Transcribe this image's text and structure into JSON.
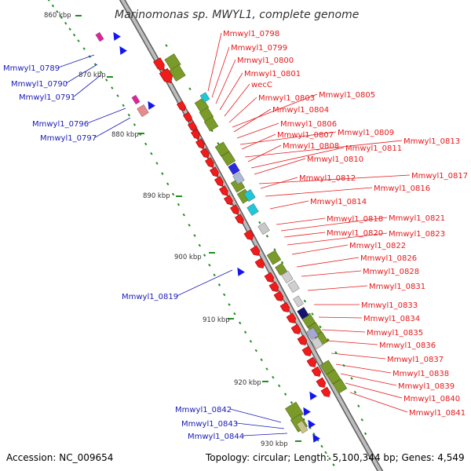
{
  "title": "Marinomonas sp. MWYL1, complete genome",
  "accession": "Accession: NC_009654",
  "summary": "Topology: circular; Length: 5,100,344 bp; Genes: 4,549",
  "colors": {
    "forward_label": "#e41a1c",
    "reverse_label": "#1a1ab8",
    "cds": "#ef1c1c",
    "cog_green": "#7a9a2a",
    "backbone": "#8a8a8a",
    "ticks": "#1f8f1f",
    "cyan": "#1ec8d8",
    "navy": "#141470",
    "pink": "#e0229f",
    "salmon": "#e88a8a",
    "blue": "#1515f0"
  },
  "kbp_ticks": [
    "860 kbp",
    "870 kbp",
    "880 kbp",
    "890 kbp",
    "900 kbp",
    "910 kbp",
    "920 kbp",
    "930 kbp"
  ],
  "right_labels": [
    "Mmwyl1_0798",
    "Mmwyl1_0799",
    "Mmwyl1_0800",
    "Mmwyl1_0801",
    "wecC",
    "Mmwyl1_0803",
    "Mmwyl1_0805",
    "Mmwyl1_0804",
    "Mmwyl1_0806",
    "Mmwyl1_0809",
    "Mmwyl1_0807",
    "Mmwyl1_0813",
    "Mmwyl1_0808",
    "Mmwyl1_0811",
    "Mmwyl1_0810",
    "Mmwyl1_0817",
    "Mmwyl1_0812",
    "Mmwyl1_0816",
    "Mmwyl1_0814",
    "Mmwyl1_0818",
    "Mmwyl1_0821",
    "Mmwyl1_0820",
    "Mmwyl1_0823",
    "Mmwyl1_0822",
    "Mmwyl1_0826",
    "Mmwyl1_0828",
    "Mmwyl1_0831",
    "Mmwyl1_0833",
    "Mmwyl1_0834",
    "Mmwyl1_0835",
    "Mmwyl1_0836",
    "Mmwyl1_0837",
    "Mmwyl1_0838",
    "Mmwyl1_0839",
    "Mmwyl1_0840",
    "Mmwyl1_0841"
  ],
  "left_labels": [
    "Mmwyl1_0789",
    "Mmwyl1_0790",
    "Mmwyl1_0791",
    "Mmwyl1_0796",
    "Mmwyl1_0797",
    "Mmwyl1_0819",
    "Mmwyl1_0842",
    "Mmwyl1_0843",
    "Mmwyl1_0844"
  ]
}
